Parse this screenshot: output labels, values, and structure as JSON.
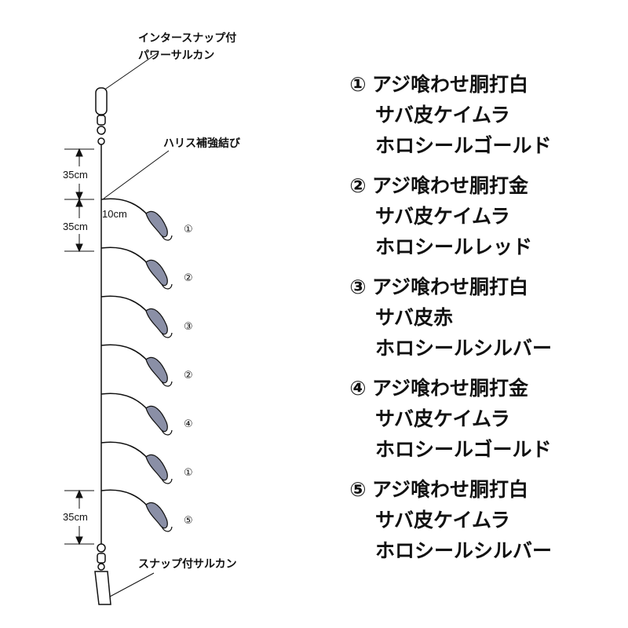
{
  "diagram": {
    "labels": {
      "top_swivel": [
        "インタースナップ付",
        "パワーサルカン"
      ],
      "reinforce_knot": "ハリス補強結び",
      "bottom_swivel": "スナップ付サルカン",
      "dim_top_1": "35cm",
      "dim_top_2": "35cm",
      "dim_branch": "10cm",
      "dim_bottom": "35cm"
    },
    "hook_markers": [
      "①",
      "②",
      "③",
      "②",
      "④",
      "①",
      "⑤"
    ]
  },
  "legend": [
    {
      "marker": "①",
      "lines": [
        "アジ喰わせ胴打白",
        "サバ皮ケイムラ",
        "ホロシールゴールド"
      ]
    },
    {
      "marker": "②",
      "lines": [
        "アジ喰わせ胴打金",
        "サバ皮ケイムラ",
        "ホロシールレッド"
      ]
    },
    {
      "marker": "③",
      "lines": [
        "アジ喰わせ胴打白",
        "サバ皮赤",
        "ホロシールシルバー"
      ]
    },
    {
      "marker": "④",
      "lines": [
        "アジ喰わせ胴打金",
        "サバ皮ケイムラ",
        "ホロシールゴールド"
      ]
    },
    {
      "marker": "⑤",
      "lines": [
        "アジ喰わせ胴打白",
        "サバ皮ケイムラ",
        "ホロシールシルバー"
      ]
    }
  ]
}
